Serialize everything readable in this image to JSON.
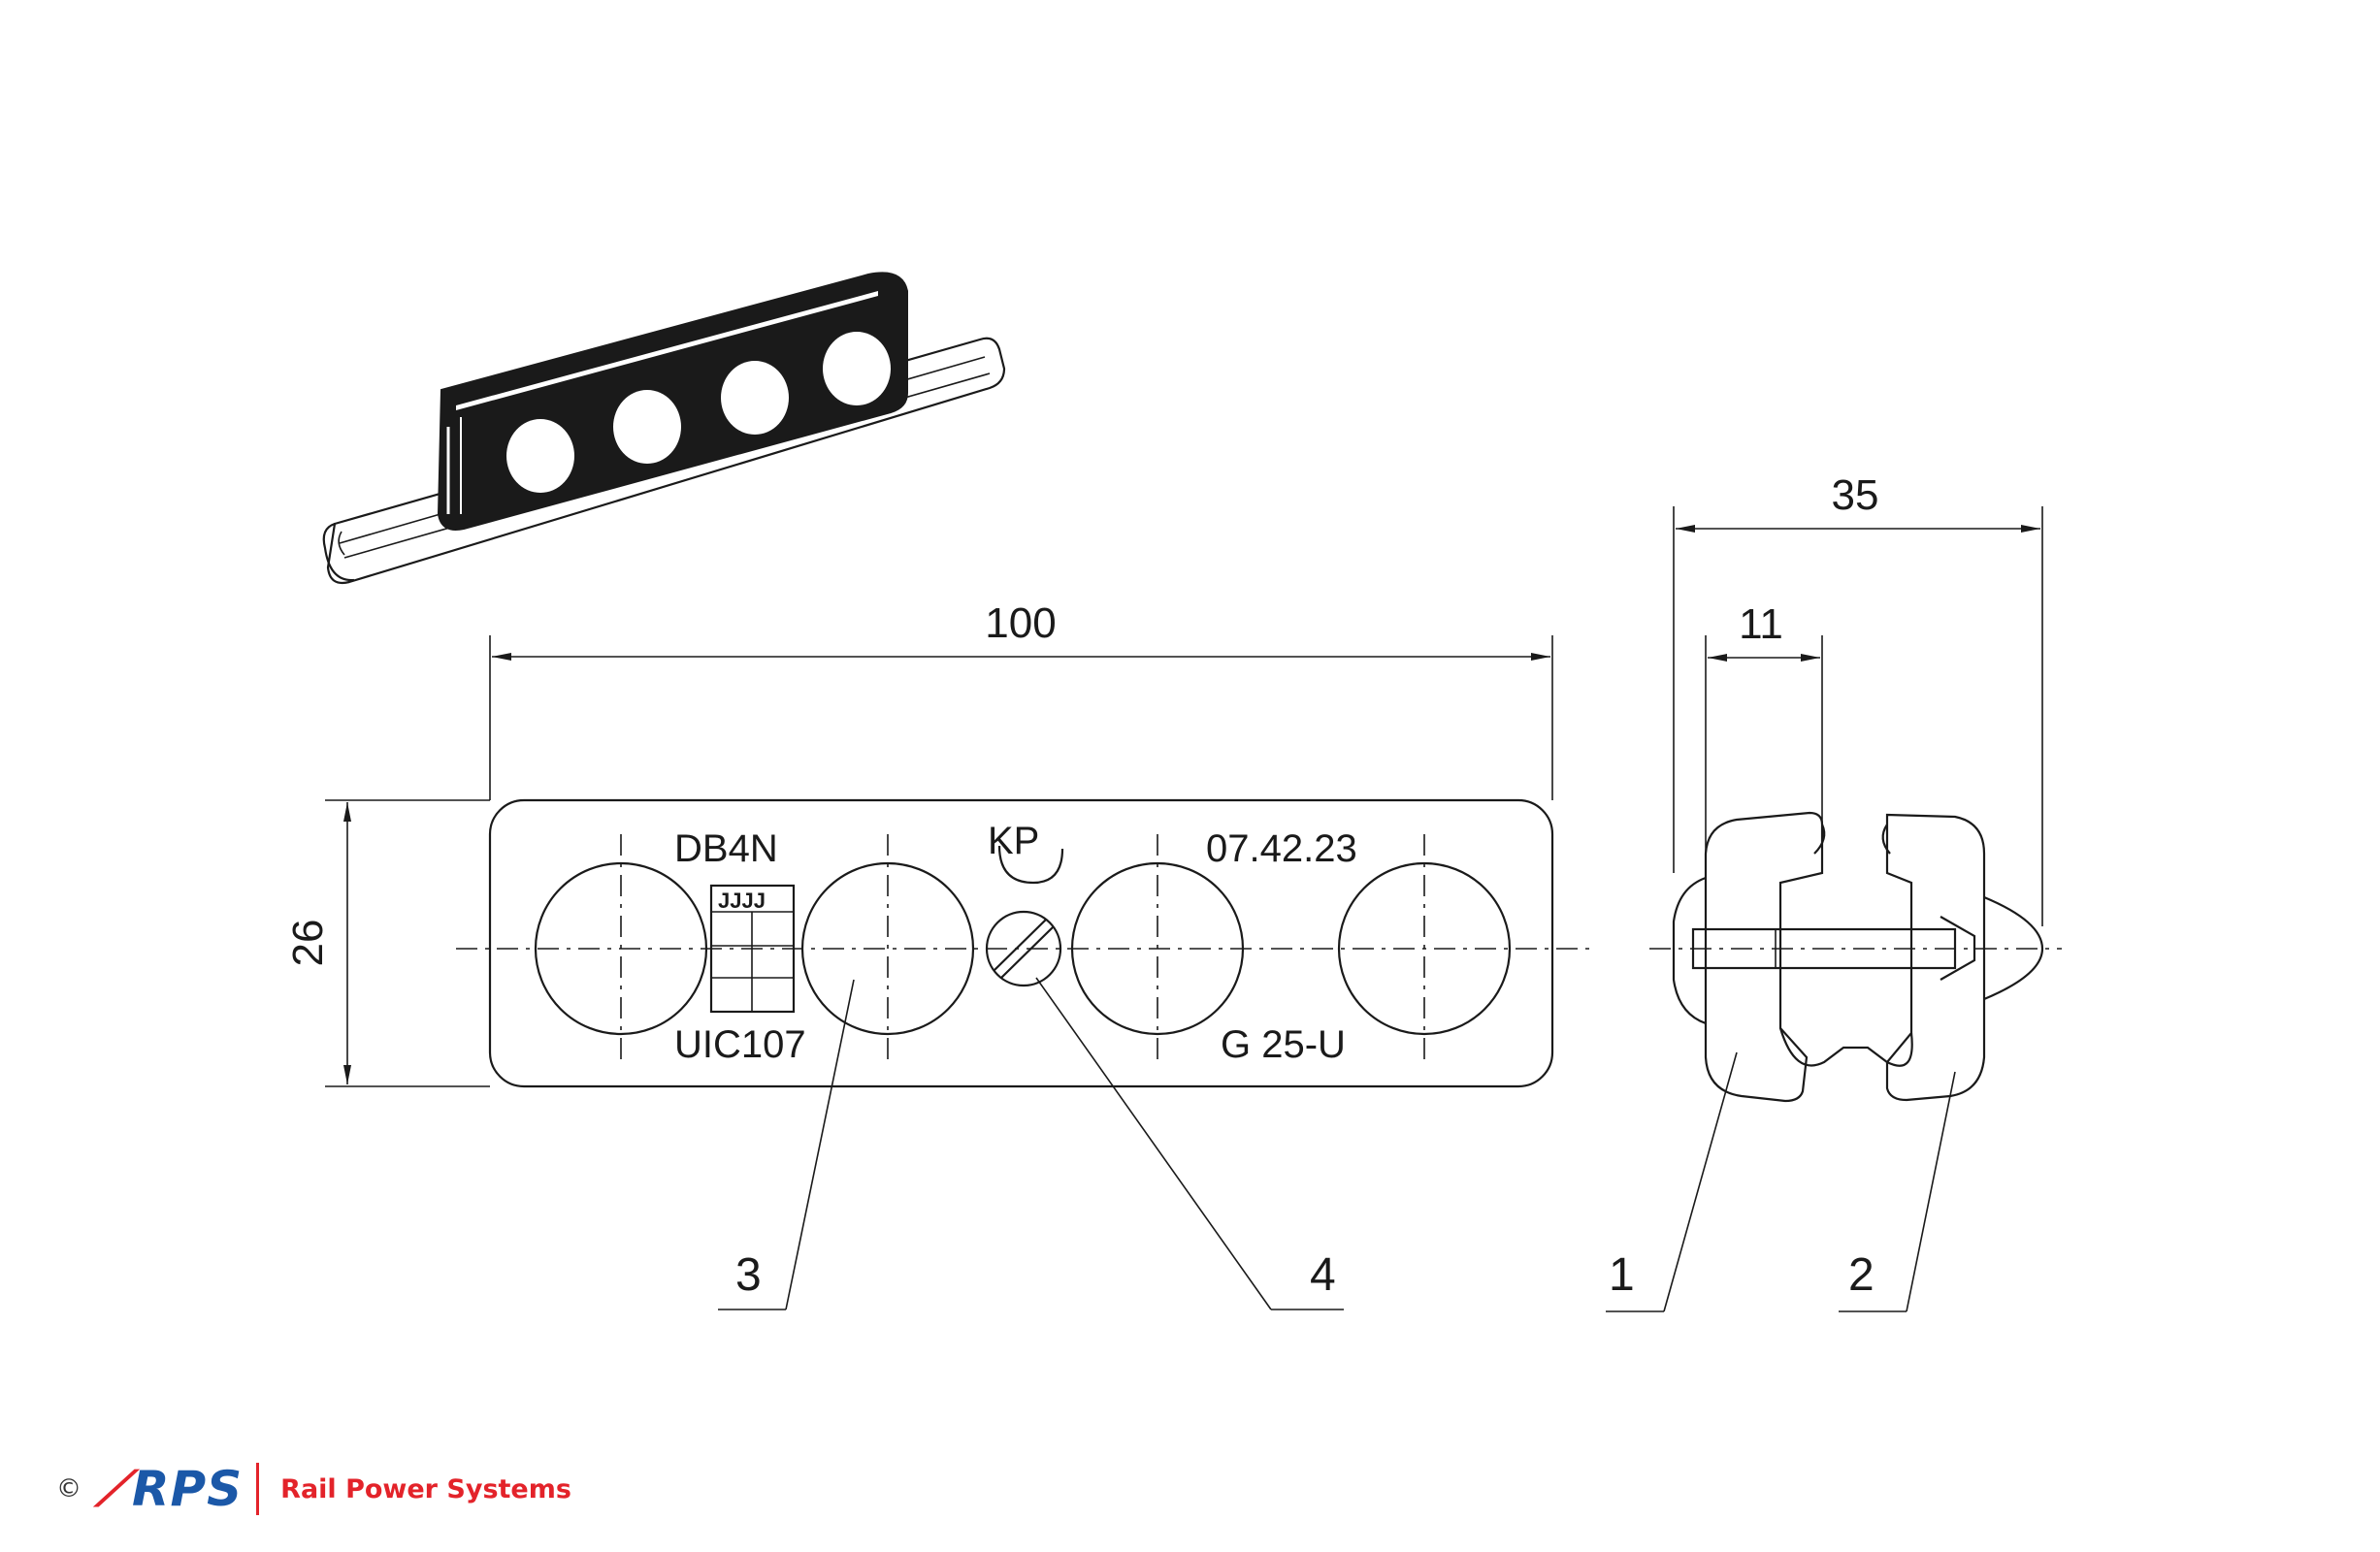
{
  "dimensions": {
    "length": "100",
    "height": "26",
    "width_total": "35",
    "width_partial": "11"
  },
  "markings": {
    "type": "DB4N",
    "grid_label": "JJJJ",
    "standard": "UIC107",
    "date_code": "07.42.23",
    "material": "G 25-U",
    "maker_mark": "KP"
  },
  "callouts": [
    "1",
    "2",
    "3",
    "4"
  ],
  "footer": {
    "copyright": "©",
    "logo": "RPS",
    "company": "Rail Power Systems"
  },
  "colors": {
    "brand_blue": "#1b58a8",
    "brand_red": "#e3232a",
    "line": "#1a1a1a"
  }
}
